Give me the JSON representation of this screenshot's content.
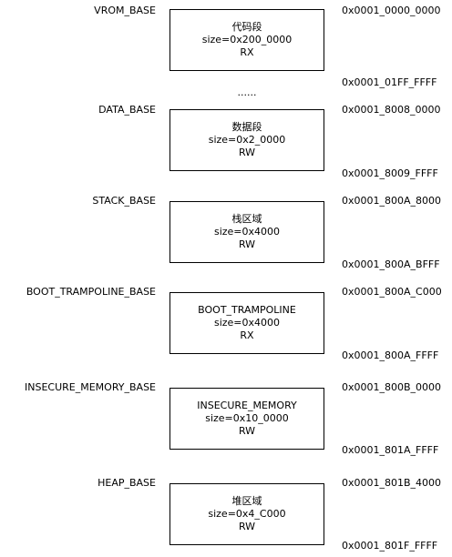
{
  "regions": [
    {
      "base_label": "VROM_BASE",
      "name": "代码段",
      "size": "size=0x200_0000",
      "perm": "RX",
      "start_addr": "0x0001_0000_0000",
      "end_addr": "0x0001_01FF_FFFF"
    },
    {
      "base_label": "DATA_BASE",
      "name": "数据段",
      "size": "size=0x2_0000",
      "perm": "RW",
      "start_addr": "0x0001_8008_0000",
      "end_addr": "0x0001_8009_FFFF"
    },
    {
      "base_label": "STACK_BASE",
      "name": "栈区域",
      "size": "size=0x4000",
      "perm": "RW",
      "start_addr": "0x0001_800A_8000",
      "end_addr": "0x0001_800A_BFFF"
    },
    {
      "base_label": "BOOT_TRAMPOLINE_BASE",
      "name": "BOOT_TRAMPOLINE",
      "size": "size=0x4000",
      "perm": "RX",
      "start_addr": "0x0001_800A_C000",
      "end_addr": "0x0001_800A_FFFF"
    },
    {
      "base_label": "INSECURE_MEMORY_BASE",
      "name": "INSECURE_MEMORY",
      "size": "size=0x10_0000",
      "perm": "RW",
      "start_addr": "0x0001_800B_0000",
      "end_addr": "0x0001_801A_FFFF"
    },
    {
      "base_label": "HEAP_BASE",
      "name": "堆区域",
      "size": "size=0x4_C000",
      "perm": "RW",
      "start_addr": "0x0001_801B_4000",
      "end_addr": "0x0001_801F_FFFF"
    }
  ],
  "gap_marker": "......"
}
